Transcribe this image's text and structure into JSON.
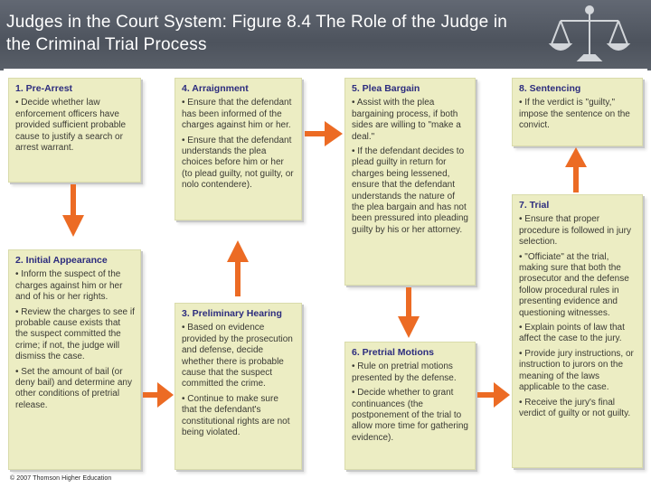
{
  "header": {
    "title": "Judges in the Court System: Figure 8.4 The Role of the Judge in the Criminal Trial Process",
    "logo_icon": "scales-of-justice-icon"
  },
  "colors": {
    "header_bg": "#5b616b",
    "box_bg": "#ecedc3",
    "title_text": "#2c2c7e",
    "arrow": "#ec6b24"
  },
  "boxes": {
    "pre_arrest": {
      "title": "1. Pre-Arrest",
      "items": [
        "• Decide whether law enforcement officers have provided sufficient probable cause to justify a search or arrest warrant."
      ]
    },
    "initial_appearance": {
      "title": "2. Initial Appearance",
      "items": [
        "• Inform the suspect of the charges against him or her and of his or her rights.",
        "• Review the charges to see if probable cause exists that the suspect committed the crime; if not, the judge will dismiss the case.",
        "• Set the amount of bail (or deny bail) and determine any other conditions of pretrial release."
      ]
    },
    "arraignment": {
      "title": "4. Arraignment",
      "items": [
        "• Ensure that the defendant has been informed of the charges against him or her.",
        "• Ensure that the defendant understands the plea choices before him or her (to plead guilty, not guilty, or nolo contendere)."
      ]
    },
    "preliminary_hearing": {
      "title": "3. Preliminary Hearing",
      "items": [
        "• Based on evidence provided by the prosecution and defense, decide whether there is probable cause that the suspect committed the crime.",
        "• Continue to make sure that the defendant's constitutional rights are not being violated."
      ]
    },
    "plea_bargain": {
      "title": "5. Plea Bargain",
      "items": [
        "• Assist with the plea bargaining process, if both sides are willing to \"make a deal.\"",
        "• If the defendant decides to plead guilty in return for charges being lessened, ensure that the defendant understands the nature of the plea bargain and has not been pressured into pleading guilty by his or her attorney."
      ]
    },
    "pretrial_motions": {
      "title": "6. Pretrial Motions",
      "items": [
        "• Rule on pretrial motions presented by the defense.",
        "• Decide whether to grant continuances (the postponement of the trial to allow more time for gathering evidence)."
      ]
    },
    "sentencing": {
      "title": "8. Sentencing",
      "items": [
        "• If the verdict is \"guilty,\" impose the sentence on the convict."
      ]
    },
    "trial": {
      "title": "7. Trial",
      "items": [
        "• Ensure that proper procedure is followed in jury selection.",
        "• \"Officiate\" at the trial, making sure that both the prosecutor and the defense follow procedural rules in presenting evidence and questioning witnesses.",
        "• Explain points of law that affect the case to the jury.",
        "• Provide jury instructions, or instruction to jurors on the meaning of the laws applicable to the case.",
        "• Receive the jury's final verdict of guilty or not guilty."
      ]
    }
  },
  "footer": {
    "copyright": "© 2007 Thomson Higher Education"
  }
}
